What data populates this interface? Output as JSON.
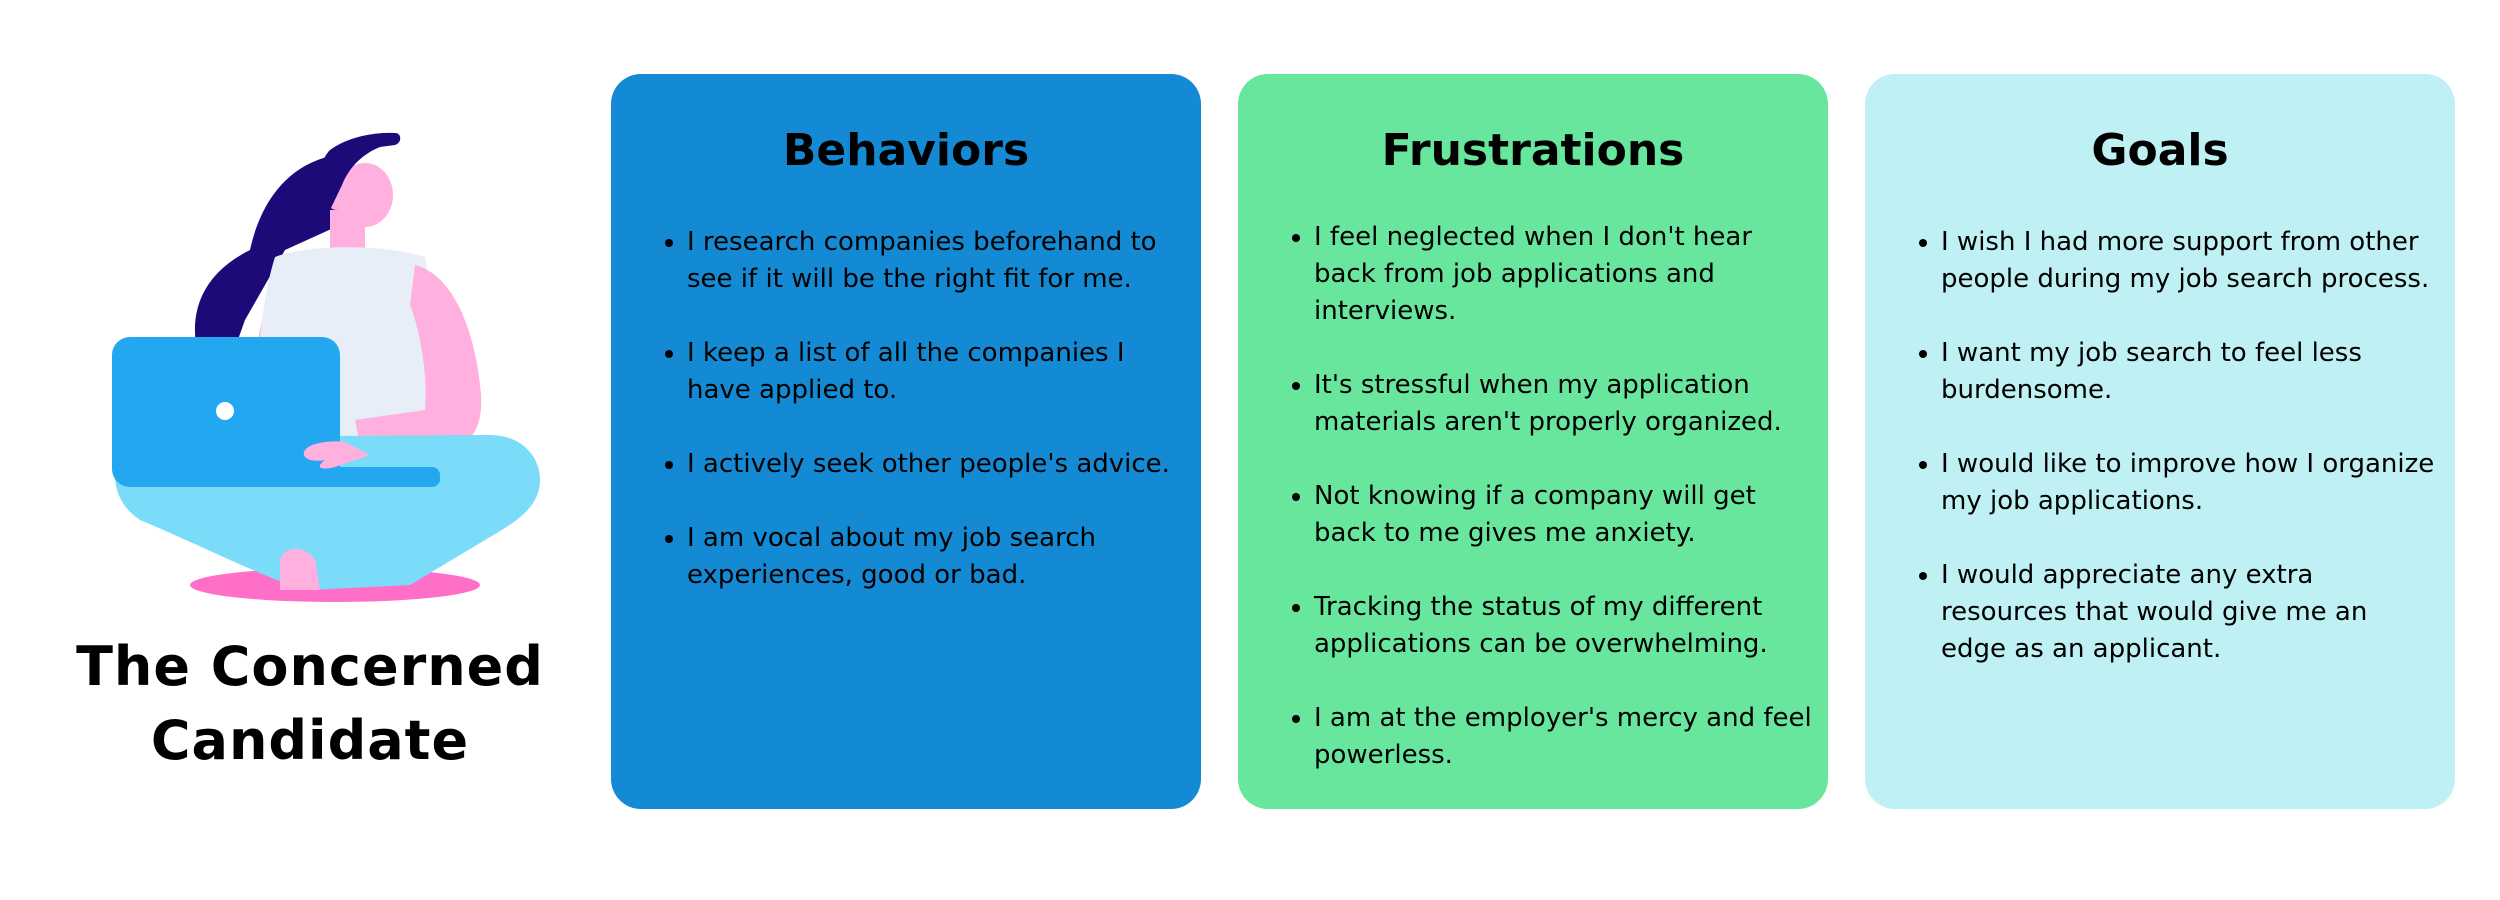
{
  "persona": {
    "name": "The Concerned Candidate",
    "illustration": "woman-with-laptop-illustration"
  },
  "cards": [
    {
      "title": "Behaviors",
      "color": "#158ad4",
      "items": [
        "I research companies beforehand to see if it will be the right fit for me.",
        "I keep a list of all the companies I have applied to.",
        "I actively seek other people's advice.",
        "I am vocal about my job search experiences, good or bad."
      ]
    },
    {
      "title": "Frustrations",
      "color": "#68e69e",
      "items": [
        "I feel neglected when I don't hear back from job applications and interviews.",
        "It's stressful when my application materials aren't properly organized.",
        "Not knowing if a company will get back to me gives me anxiety.",
        "Tracking the status of my different applications can be overwhelming.",
        "I am at the employer's mercy and feel powerless."
      ]
    },
    {
      "title": "Goals",
      "color": "#bff0f3",
      "items": [
        "I wish I had more support from other people during my job search process.",
        "I want my job search to feel less burdensome.",
        "I would like to improve how I organize my job applications.",
        "I would appreciate any extra resources that would give me an edge as an applicant."
      ]
    }
  ]
}
